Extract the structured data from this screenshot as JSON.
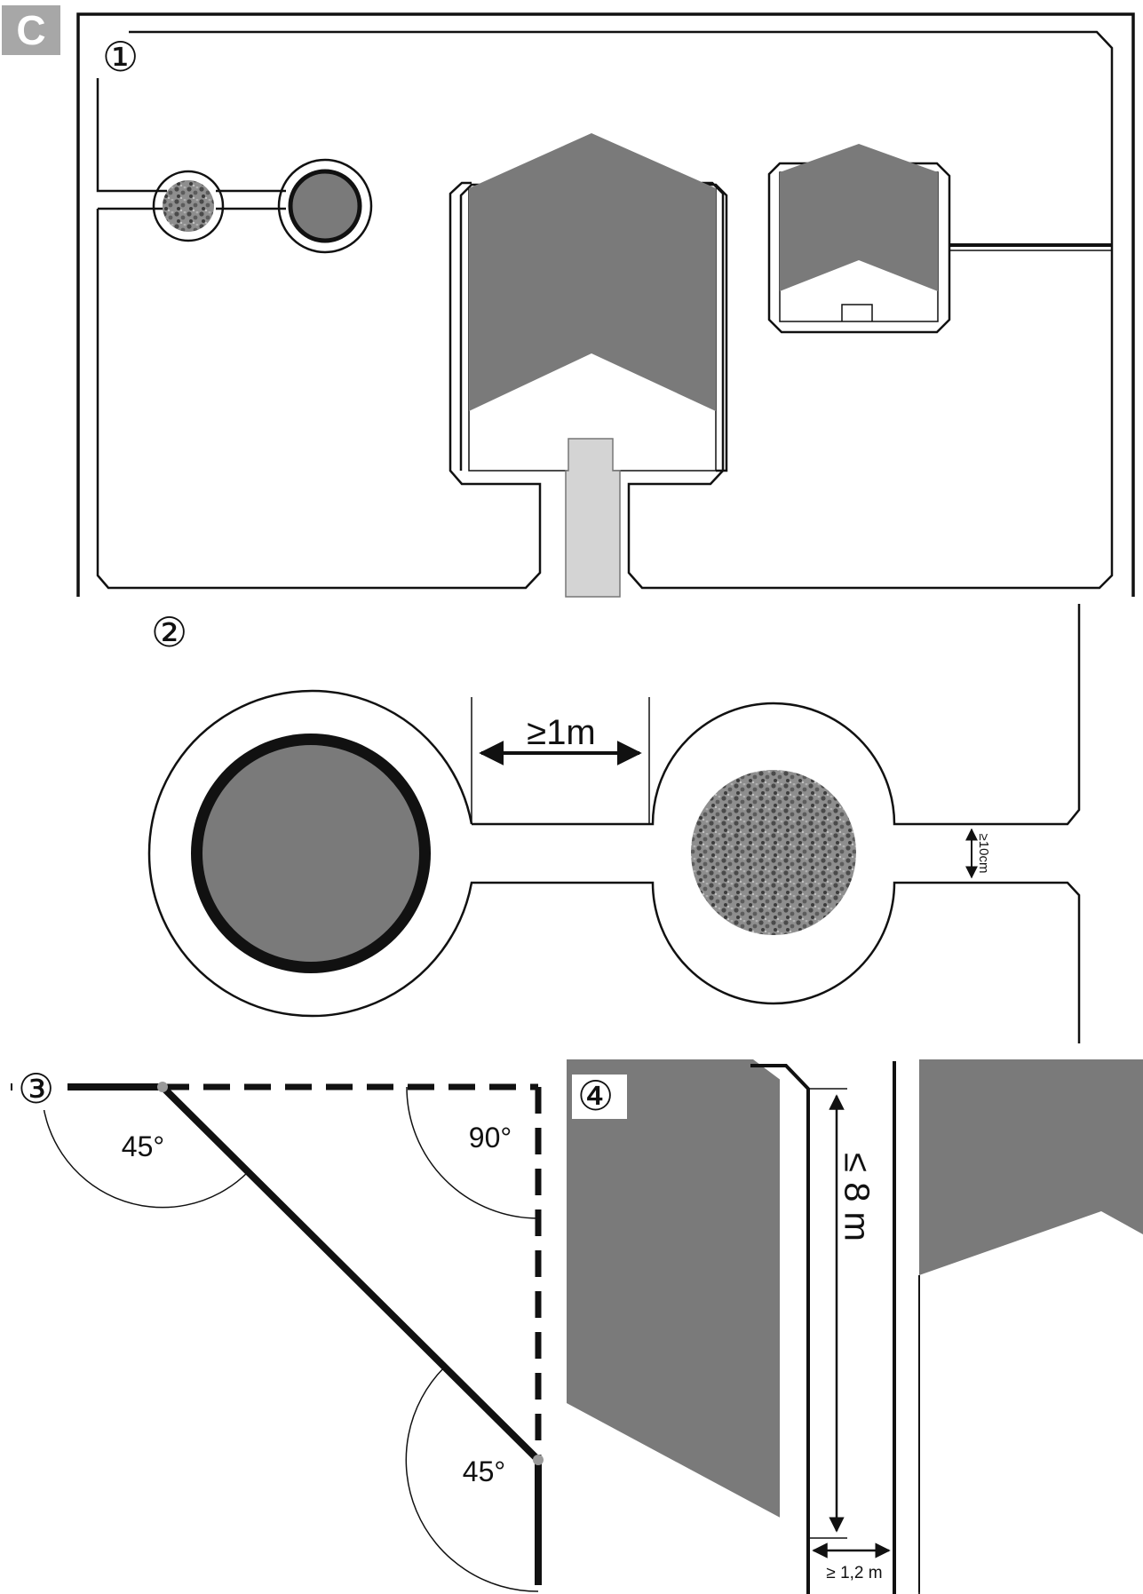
{
  "section_badge": "C",
  "colors": {
    "building": "#7a7a7a",
    "driveway": "#d4d4d4",
    "line": "#111111",
    "badge": "#a7a7a7"
  },
  "panel_1": {
    "number": "①"
  },
  "panel_2": {
    "number": "②",
    "gap_label": "≥1m",
    "passage_label": "≥10cm"
  },
  "panel_3": {
    "number": "③",
    "angle_left": "45°",
    "angle_corner": "90°",
    "angle_bottom": "45°"
  },
  "panel_4": {
    "number": "④",
    "length_label": "≤ 8 m",
    "width_label": "≥ 1,2 m"
  }
}
